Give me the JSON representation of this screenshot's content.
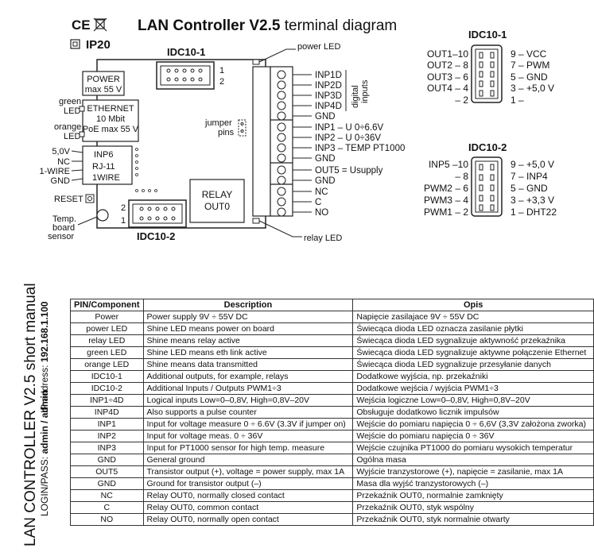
{
  "title": {
    "bold": "LAN Controller V2.5",
    "rest": " terminal diagram"
  },
  "marks": {
    "ce": "CE",
    "ip": "IP20"
  },
  "board": {
    "idc10_1_label": "IDC10-1",
    "idc10_2_label": "IDC10-2",
    "idc1_pin1": "1",
    "idc1_pin2": "2",
    "idc2_pin2": "2",
    "idc2_pin1": "1",
    "power_box": [
      "POWER",
      "max 55 V"
    ],
    "ethernet_box": [
      "ETHERNET",
      "10 Mbit",
      "PoE max 55 V"
    ],
    "inp6_box": [
      "INP6",
      "RJ-11",
      "1WIRE"
    ],
    "relay_box": [
      "RELAY",
      "OUT0"
    ],
    "green_led": [
      "green",
      "LED"
    ],
    "orange_led": [
      "orange",
      "LED"
    ],
    "inp6_pins": [
      "5,0V",
      "NC",
      "1-WIRE",
      "GND"
    ],
    "reset": "RESET",
    "temp_sensor": [
      "Temp.",
      "board",
      "sensor"
    ],
    "jumper": [
      "jumper",
      "pins"
    ],
    "power_led": "power LED",
    "relay_led": "relay LED",
    "digital_inputs": [
      "digital",
      "inputs"
    ],
    "terminals": [
      "INP1D",
      "INP2D",
      "INP3D",
      "INP4D",
      "GND",
      "INP1 – U 0÷6.6V",
      "INP2 – U 0÷36V",
      "INP3 – TEMP PT1000",
      "GND",
      "OUT5 = Usupply",
      "GND",
      "NC",
      "C",
      "NO"
    ]
  },
  "idc10_1": {
    "title": "IDC10-1",
    "left": [
      "OUT1–10",
      "OUT2 – 8",
      "OUT3 – 6",
      "OUT4 – 4",
      "– 2"
    ],
    "right": [
      "9 – VCC",
      "7 – PWM",
      "5 – GND",
      "3 – +5,0 V",
      "1 –"
    ]
  },
  "idc10_2": {
    "title": "IDC10-2",
    "left": [
      "INP5 –10",
      "– 8",
      "PWM2 – 6",
      "PWM3 – 4",
      "PWM1 – 2"
    ],
    "right": [
      "9 – +5,0 V",
      "7 – INP4",
      "5 – GND",
      "3 – +3,3 V",
      "1 – DHT22"
    ]
  },
  "side": {
    "line1": "LAN CONTROLLER V2.5 short manual",
    "line2_label": "LOGIN/PASS: ",
    "line2_value": "admin / admin",
    "line3_label": "IP address: ",
    "line3_value": "192.168.1.100"
  },
  "table": {
    "headers": [
      "PIN/Component",
      "Description",
      "Opis"
    ],
    "rows": [
      [
        "Power",
        "Power supply 9V ÷ 55V DC",
        "Napięcie zasilajace 9V ÷ 55V DC"
      ],
      [
        "power LED",
        "Shine LED means power on board",
        "Świecąca dioda LED oznacza zasilanie płytki"
      ],
      [
        "relay LED",
        "Shine means relay active",
        "Świecąca dioda LED sygnalizuje aktywność przekaźnika"
      ],
      [
        "green LED",
        "Shine LED means eth link active",
        "Świecąca dioda LED sygnalizuje aktywne połączenie Ethernet"
      ],
      [
        "orange LED",
        "Shine means data transmitted",
        "Świecąca dioda LED sygnalizuje przesyłanie danych"
      ],
      [
        "IDC10-1",
        "Additional outputs, for example, relays",
        "Dodatkowe wyjścia, np. przekaźniki"
      ],
      [
        "IDC10-2",
        "Additional Inputs / Outputs PWM1÷3",
        "Dodatkowe wejścia / wyjścia PWM1÷3"
      ],
      [
        "INP1÷4D",
        "Logical inputs Low=0–0,8V, High=0,8V–20V",
        "Wejścia logiczne  Low=0–0,8V, High=0,8V–20V"
      ],
      [
        "INP4D",
        "Also supports a pulse counter",
        "Obsługuje dodatkowo licznik impulsów"
      ],
      [
        "INP1",
        "Input for voltage measure 0 ÷ 6.6V (3.3V if jumper on)",
        "Wejście do pomiaru napięcia 0 ÷ 6,6V (3,3V założona zworka)"
      ],
      [
        "INP2",
        "Input for voltage meas. 0 ÷ 36V",
        "Wejście do pomiaru napięcia 0 ÷ 36V"
      ],
      [
        "INP3",
        "Input for PT1000 sensor for high temp. measure",
        "Wejście czujnika PT1000 do pomiaru wysokich temperatur"
      ],
      [
        "GND",
        "General  ground",
        "Ogólna masa"
      ],
      [
        "OUT5",
        "Transistor output (+), voltage = power supply, max 1A",
        "Wyjście tranzystorowe (+), napięcie = zasilanie, max 1A"
      ],
      [
        "GND",
        "Ground for transistor output (–)",
        "Masa dla wyjść tranzystorowych (–)"
      ],
      [
        "NC",
        "Relay OUT0, normally closed contact",
        "Przekaźnik OUT0, normalnie zamknięty"
      ],
      [
        "C",
        "Relay OUT0, common contact",
        "Przekaźnik OUT0, styk wspólny"
      ],
      [
        "NO",
        "Relay OUT0, normally open contact",
        "Przekaźnik OUT0, styk normalnie otwarty"
      ]
    ]
  }
}
